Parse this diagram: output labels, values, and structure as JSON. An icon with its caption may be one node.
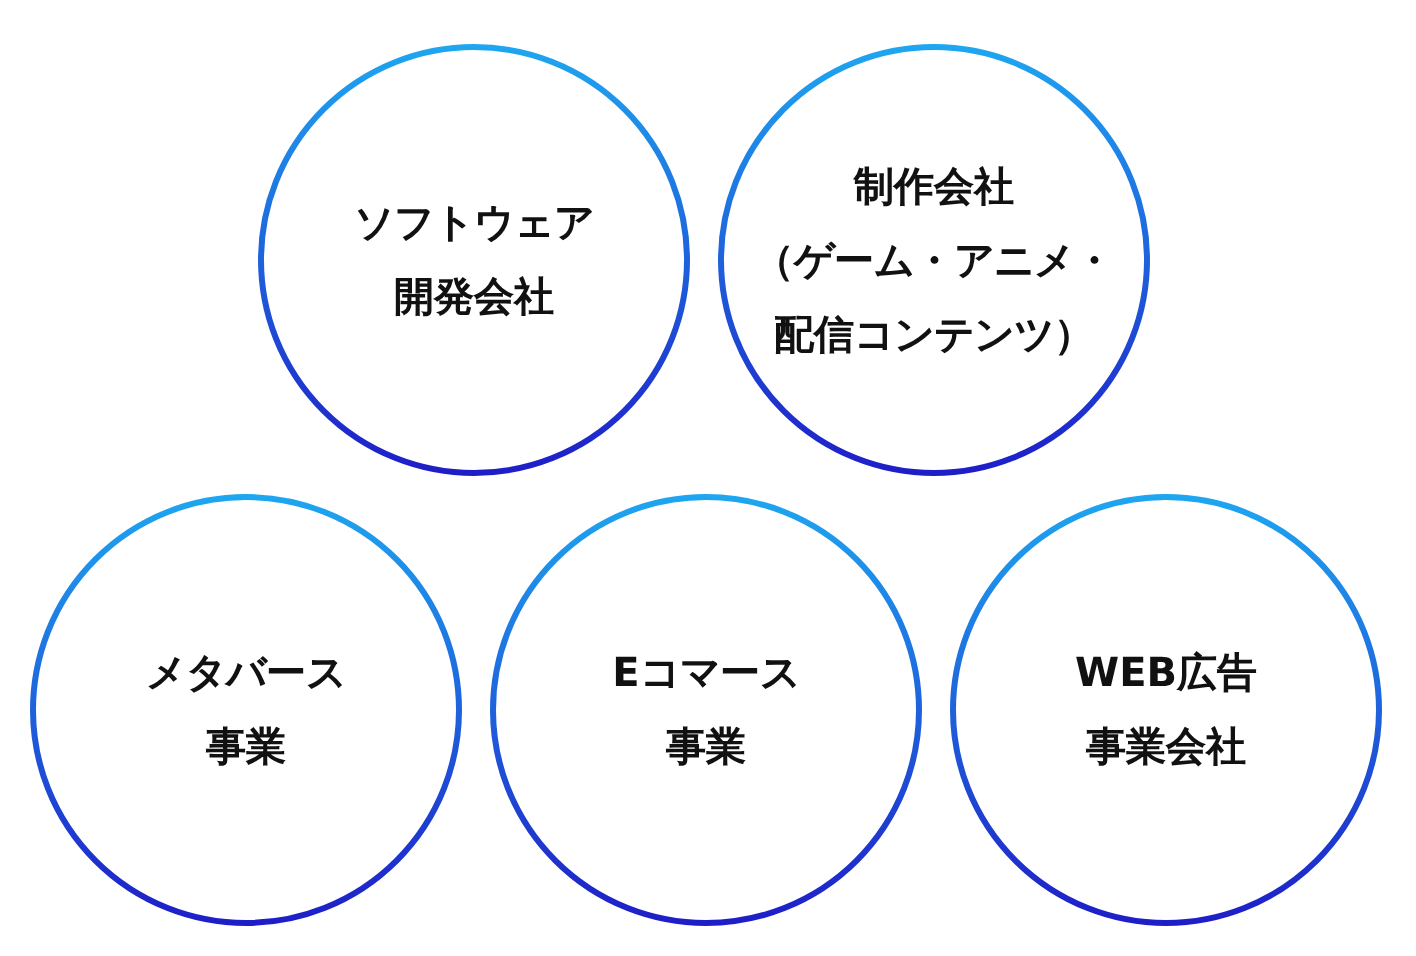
{
  "diagram": {
    "nodes": [
      {
        "text": [
          "ソフトウェア開発会社"
        ]
      },
      {
        "text": [
          "制作会社",
          "（ゲーム・アニメ・配信コンテンツ）"
        ]
      },
      {
        "text": [
          "メタバース事業"
        ]
      },
      {
        "text": [
          "Eコマース事業"
        ]
      },
      {
        "text": [
          "WEB広告事業会社"
        ]
      }
    ]
  }
}
